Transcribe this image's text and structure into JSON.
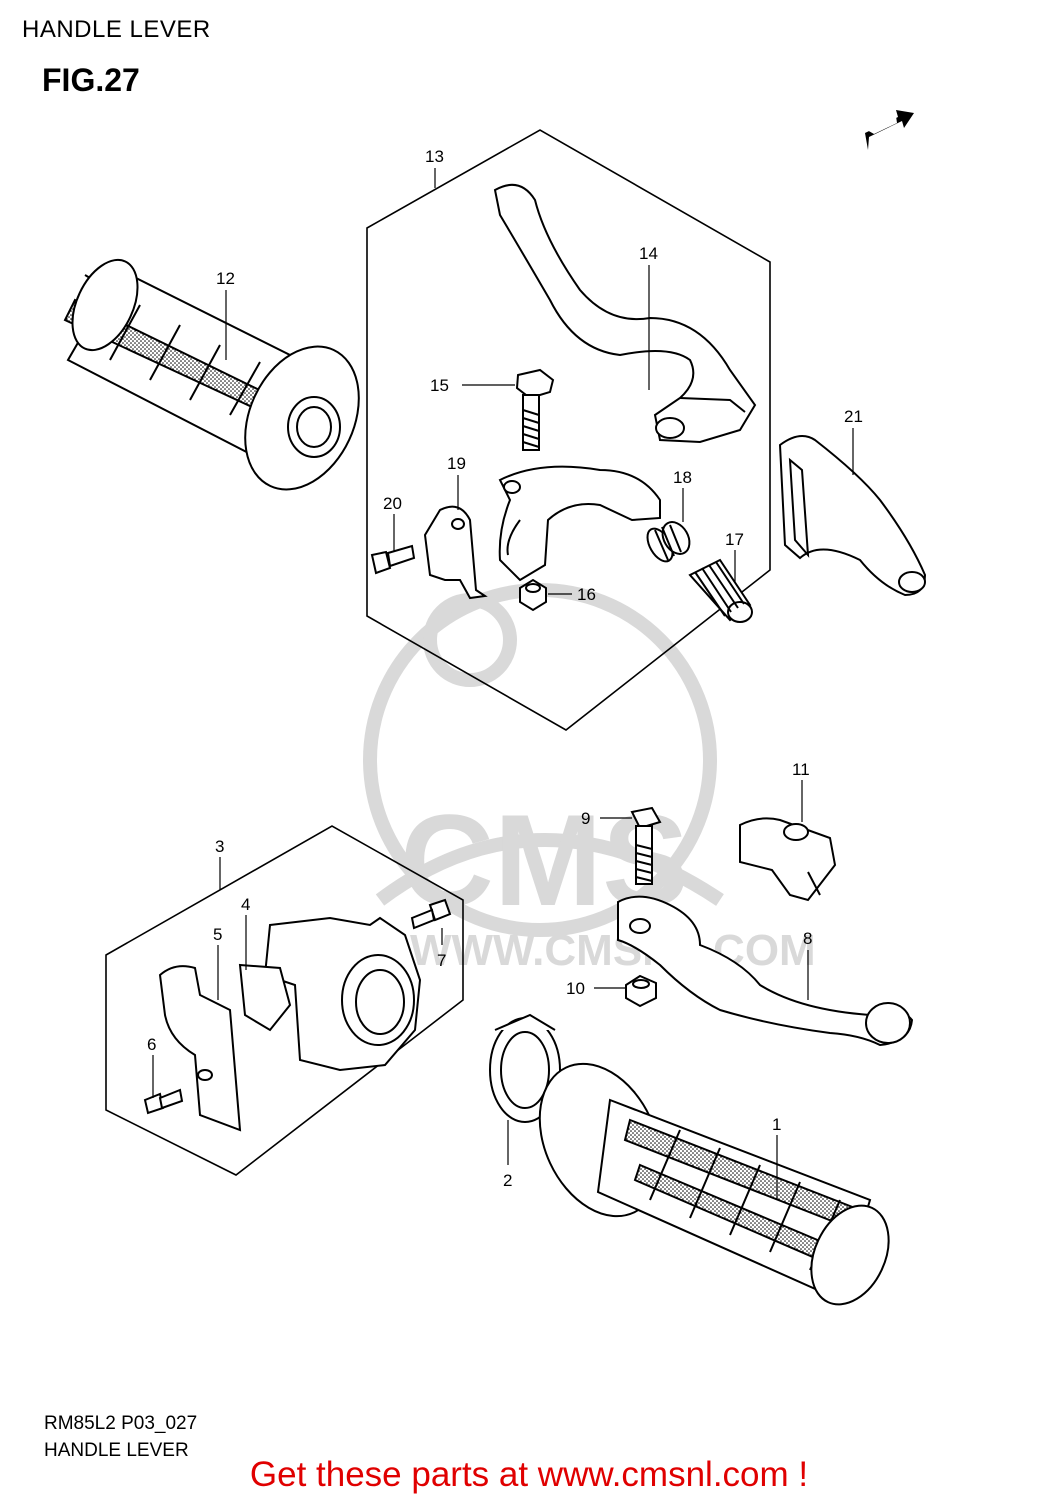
{
  "header": {
    "title": "HANDLE LEVER"
  },
  "figure": {
    "label": "FIG.27"
  },
  "fwd_label": "FWD",
  "watermark": {
    "logo": "CMS",
    "url": "WWW.CMSNL.COM"
  },
  "footer": {
    "code": "RM85L2 P03_027",
    "caption": "HANDLE LEVER",
    "cta": "Get these parts at www.cmsnl.com !"
  },
  "callouts": {
    "c1": "1",
    "c2": "2",
    "c3": "3",
    "c4": "4",
    "c5": "5",
    "c6": "6",
    "c7": "7",
    "c8": "8",
    "c9": "9",
    "c10": "10",
    "c11": "11",
    "c12": "12",
    "c13": "13",
    "c14": "14",
    "c15": "15",
    "c16": "16",
    "c17": "17",
    "c18": "18",
    "c19": "19",
    "c20": "20",
    "c21": "21"
  },
  "colors": {
    "line": "#000000",
    "watermark": "#d9d9d9",
    "cta": "#e00000"
  }
}
